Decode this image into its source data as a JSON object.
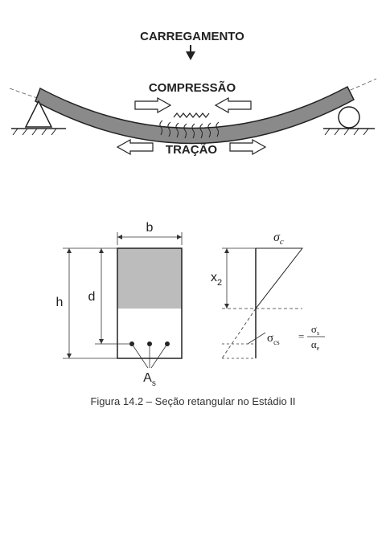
{
  "beam": {
    "load_label": "CARREGAMENTO",
    "compression_label": "COMPRESSÃO",
    "tension_label": "TRAÇÃO"
  },
  "section": {
    "width_label": "b",
    "height_label": "h",
    "depth_label": "d",
    "steel_label": "A",
    "steel_subscript": "s",
    "neutral_axis_label": "x",
    "neutral_axis_subscript": "2",
    "concrete_stress_label": "σ",
    "concrete_stress_subscript": "c",
    "steel_stress_label": "σ",
    "steel_stress_subscript": "cs",
    "steel_stress_equals": "=",
    "steel_stress_numerator": "σ",
    "steel_stress_numerator_subscript": "s",
    "steel_stress_denominator": "α",
    "steel_stress_denominator_subscript": "e"
  },
  "caption": "Figura 14.2 – Seção retangular no Estádio II",
  "colors": {
    "beam_fill": "#8a8a8a",
    "compression_zone_fill": "#bcbcbc",
    "line": "#222222"
  }
}
